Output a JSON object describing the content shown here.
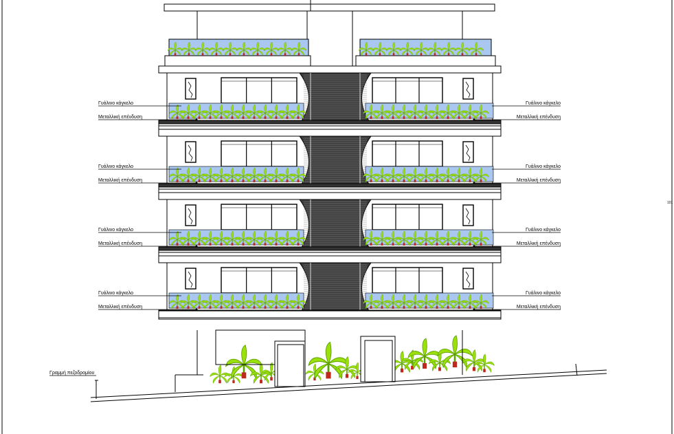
{
  "drawing": {
    "labels": {
      "glass_railing": "Γυάλινο κάγκελο",
      "metal_cladding": "Μεταλλική επένδυση",
      "sidewalk_line": "Γραμμή πεζοδρομίου",
      "margin_mark": "101"
    },
    "floors": [
      {
        "name": "floor-4"
      },
      {
        "name": "floor-3"
      },
      {
        "name": "floor-2"
      },
      {
        "name": "floor-1"
      }
    ],
    "colors": {
      "line": "#000000",
      "glass": "#a9c7ef",
      "cladding": "#3c3c3c",
      "slab": "#333333",
      "plant": "#9be00c",
      "plant_dark": "#5aa000",
      "planter_red": "#c0281e"
    }
  }
}
